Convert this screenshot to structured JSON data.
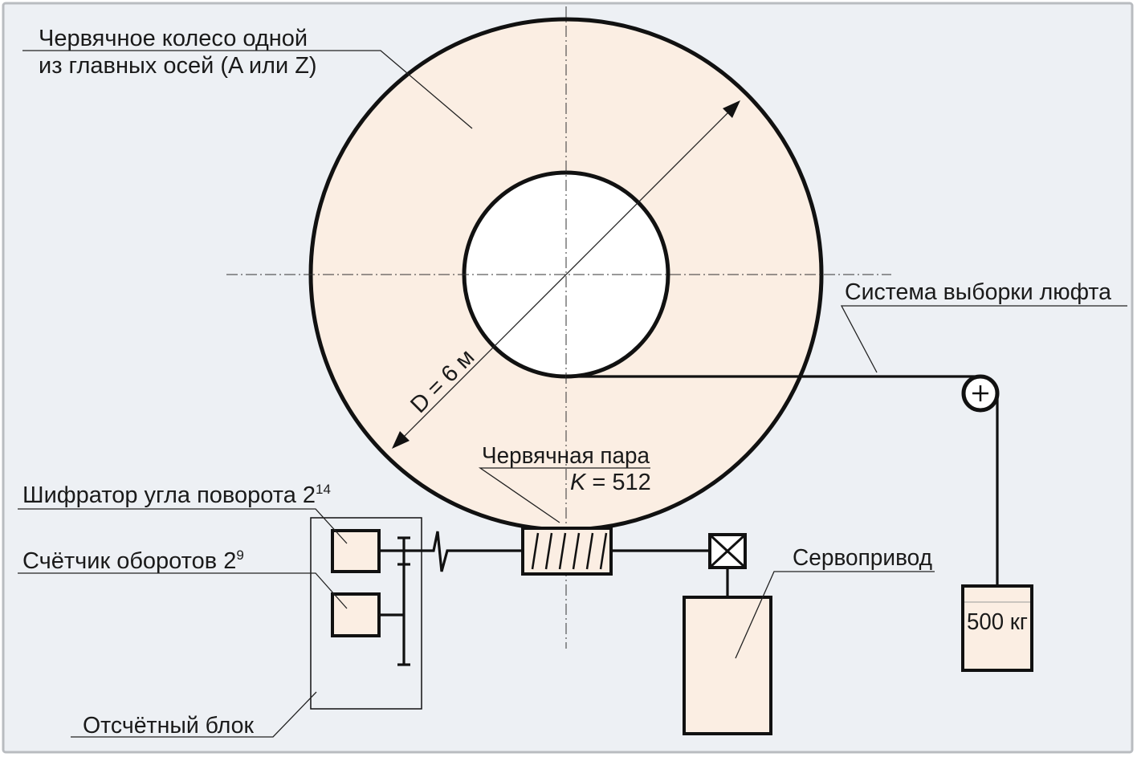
{
  "labels": {
    "wheel_line1": "Червячное колесо одной",
    "wheel_line2": "из главных осей (A или Z)",
    "backlash": "Система выборки люфта",
    "diameter": "D = 6 м",
    "worm_pair": "Червячная пара",
    "ratio_var": "K",
    "ratio_rest": " = 512",
    "encoder_text": "Шифратор угла поворота 2",
    "encoder_exp": "14",
    "counter_text": "Счётчик оборотов 2",
    "counter_exp": "9",
    "servo": "Сервопривод",
    "weight": "500 кг",
    "readout": "Отсчётный блок"
  },
  "colors": {
    "background": "#edf0f4",
    "wheel_fill": "#fbeee3",
    "box_fill": "#fbeee3",
    "hole_fill": "#ffffff",
    "outline": "#111111",
    "frame": "#b9bcc0"
  }
}
